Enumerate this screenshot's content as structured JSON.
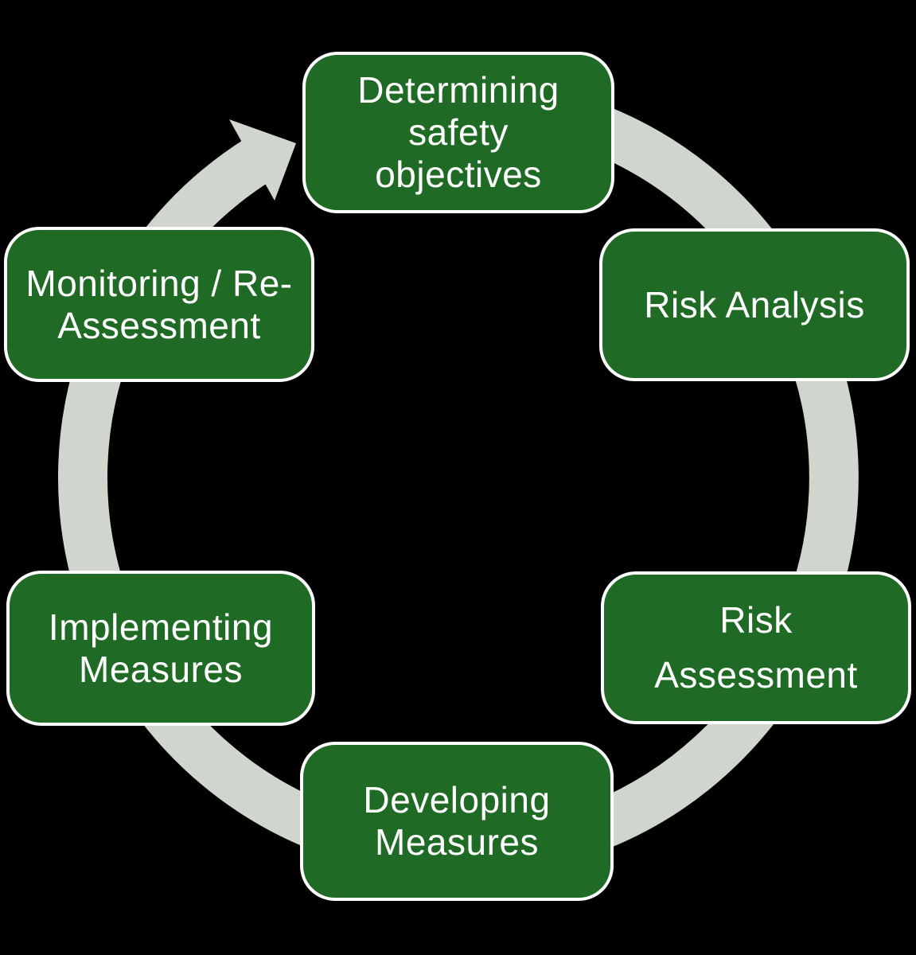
{
  "diagram": {
    "type": "cycle",
    "direction": "clockwise",
    "colors": {
      "step_fill": "#1F6B25",
      "step_border": "#FFFFFF",
      "step_text": "#FFFFFF",
      "arrow_ring": "#D0D6CE",
      "background": "#000000"
    },
    "steps": [
      {
        "id": "determining-safety-objectives",
        "position": "top",
        "label": "Determining\nsafety\nobjectives"
      },
      {
        "id": "risk-analysis",
        "position": "upper-right",
        "label": "Risk Analysis"
      },
      {
        "id": "risk-assessment",
        "position": "lower-right",
        "label": "Risk\nAssessment"
      },
      {
        "id": "developing-measures",
        "position": "bottom",
        "label": "Developing\nMeasures"
      },
      {
        "id": "implementing-measures",
        "position": "lower-left",
        "label": "Implementing\nMeasures"
      },
      {
        "id": "monitoring-re-assessment",
        "position": "upper-left",
        "label": "Monitoring / Re-\nAssessment"
      }
    ]
  }
}
